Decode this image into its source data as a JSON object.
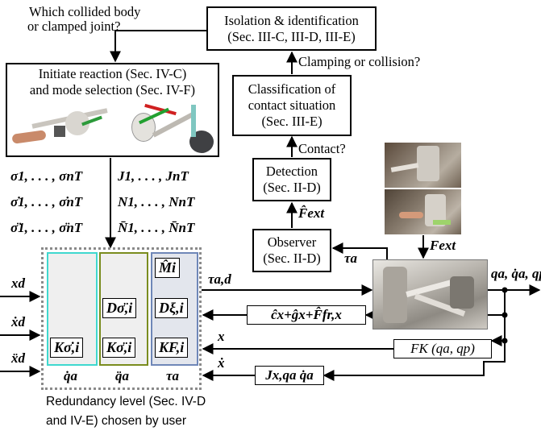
{
  "question_top": [
    "Which collided body",
    "or clamped joint?"
  ],
  "isolation": [
    "Isolation & identification",
    "(Sec. III-C, III-D, III-E)"
  ],
  "clamping_q": "Clamping or collision?",
  "classification": [
    "Classification of",
    "contact situation",
    "(Sec. III-E)"
  ],
  "contact_q": "Contact?",
  "detection": [
    "Detection",
    "(Sec. II-D)"
  ],
  "fext_hat": "F̂ext",
  "observer": [
    "Observer",
    "(Sec. II-D)"
  ],
  "fext": "Fext",
  "tau_a_obs": "τa",
  "reaction": [
    "Initiate reaction (Sec. IV-C)",
    "and mode selection (Sec. IV-F)"
  ],
  "sigma_list": [
    "σ1, . . . , σnT",
    "σ̇1, . . . , σ̇nT",
    "σ̈1, . . . , σ̈nT"
  ],
  "j_list": [
    "J1, . . . , JnT",
    "N1, . . . , NnT",
    "N̄1, . . . , N̄nT"
  ],
  "inputs": [
    "xd",
    "ẋd",
    "ẍd"
  ],
  "mat": {
    "M": "M̂i",
    "Dsig": "Dσ̈,i",
    "Dxi": "Dξ,i",
    "Ksig": "Kσ̇,i",
    "Ksig2": "Kσ̈,i",
    "KF": "KF,i"
  },
  "col_labels": [
    "q̇a",
    "q̈a",
    "τa"
  ],
  "tau_ad": "τa,d",
  "robot_out": "qa, q̇a, qp",
  "feedback": {
    "comp": "ĉx+ĝx+F̂fr,x",
    "x": "x",
    "fk": "FK (qa, qp)",
    "xdot": "ẋ",
    "jac": "Jx,qa q̇a"
  },
  "redundancy": [
    "Redundancy level (Sec. IV-D",
    "and IV-E) chosen by user"
  ],
  "colors": {
    "cyan": "#3fd8cf",
    "olive": "#7a8c1e",
    "blue": "#6f87b8"
  }
}
